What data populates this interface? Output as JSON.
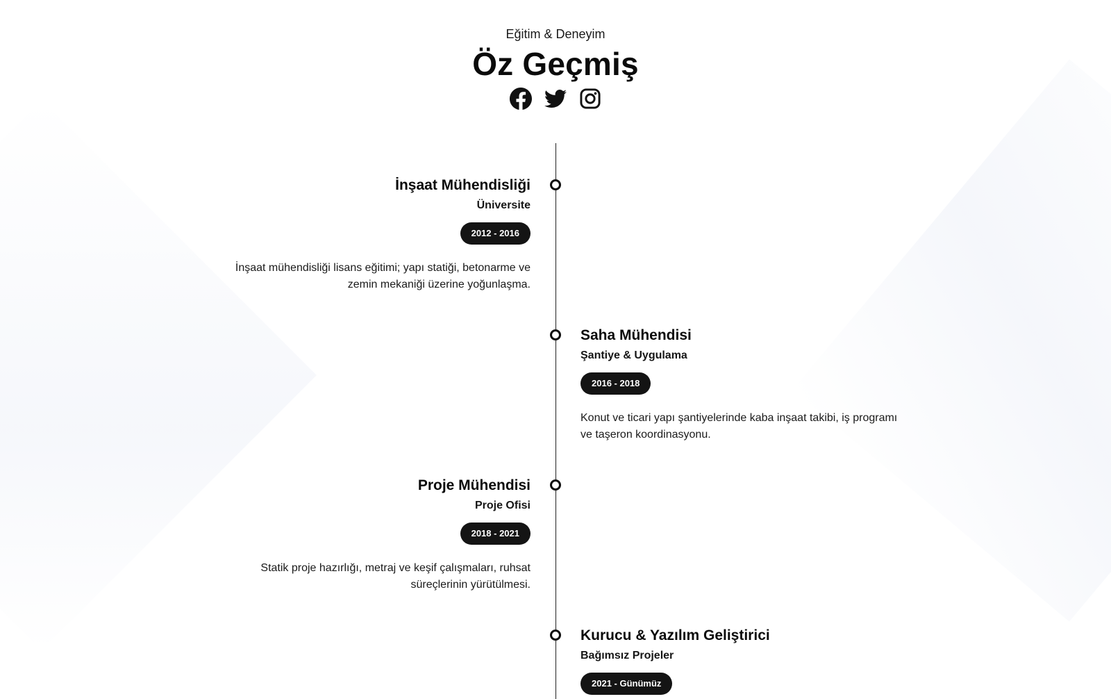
{
  "header": {
    "subtitle": "Eğitim & Deneyim",
    "title": "Öz Geçmiş"
  },
  "socials": [
    {
      "icon": "facebook-icon"
    },
    {
      "icon": "twitter-icon"
    },
    {
      "icon": "instagram-icon"
    }
  ],
  "timeline": [
    {
      "title": "İnşaat Mühendisliği",
      "org": "Üniversite",
      "period": "2012 - 2016",
      "description": "İnşaat mühendisliği lisans eğitimi; yapı statiği, betonarme ve zemin mekaniği üzerine yoğunlaşma."
    },
    {
      "title": "Saha Mühendisi",
      "org": "Şantiye & Uygulama",
      "period": "2016 - 2018",
      "description": "Konut ve ticari yapı şantiyelerinde kaba inşaat takibi, iş programı ve taşeron koordinasyonu."
    },
    {
      "title": "Proje Mühendisi",
      "org": "Proje Ofisi",
      "period": "2018 - 2021",
      "description": "Statik proje hazırlığı, metraj ve keşif çalışmaları, ruhsat süreçlerinin yürütülmesi."
    },
    {
      "title": "Kurucu & Yazılım Geliştirici",
      "org": "Bağımsız Projeler",
      "period": "2021 - Günümüz",
      "description": ""
    }
  ],
  "colors": {
    "text": "#111111",
    "badge_bg": "#141414",
    "badge_text": "#ffffff",
    "line": "#222222"
  }
}
